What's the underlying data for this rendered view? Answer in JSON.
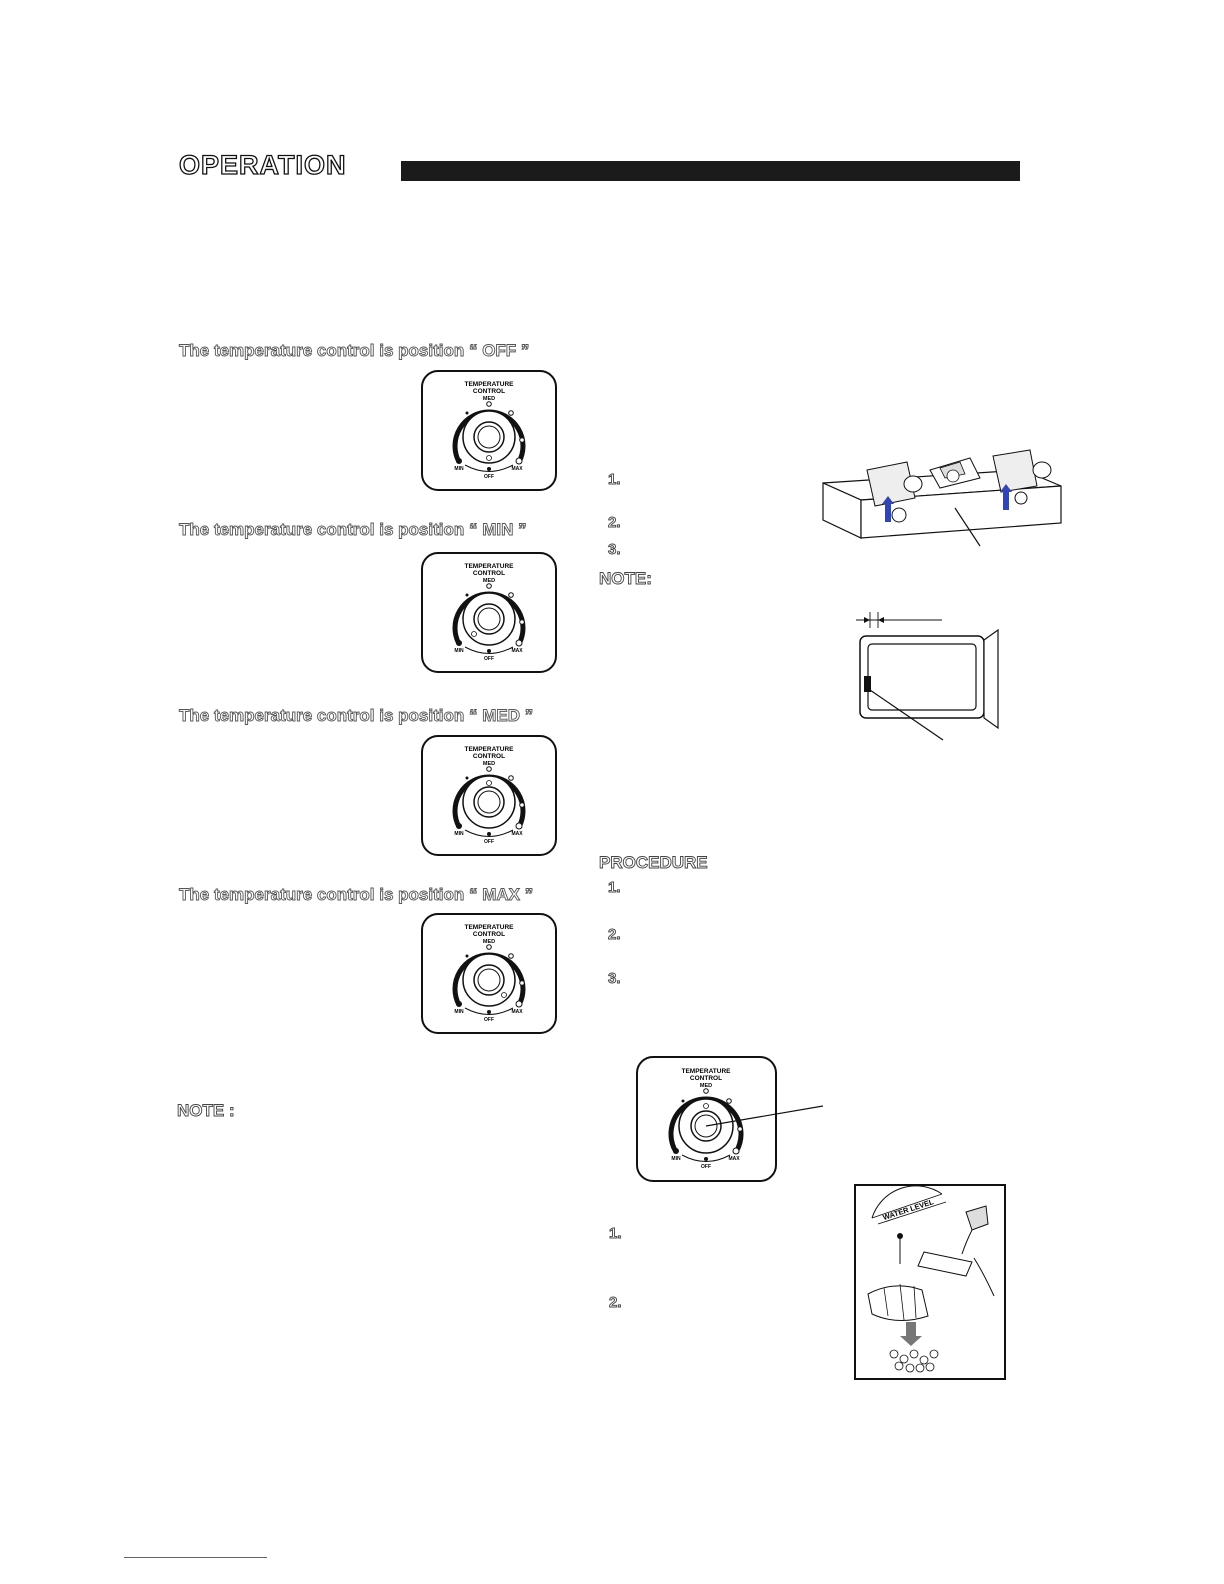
{
  "header": {
    "title": "OPERATION"
  },
  "left_column": {
    "captions": [
      "The temperature control is position “ OFF ”",
      "The temperature control is position “ MIN ”",
      "The temperature control is position “ MED ”",
      "The temperature control is position “ MAX ”"
    ],
    "note_label": "NOTE :"
  },
  "dial_labels": {
    "temperature": "TEMPERATURE",
    "control": "CONTROL",
    "med": "MED",
    "min": "MIN",
    "max": "MAX",
    "off": "OFF"
  },
  "right_column": {
    "steps_a": [
      "1.",
      "2.",
      "3."
    ],
    "note_label": "NOTE:",
    "procedure_label": "PROCEDURE",
    "steps_b": [
      "1.",
      "2.",
      "3."
    ],
    "steps_c": [
      "1.",
      "2."
    ]
  },
  "figures": {
    "ice_tray_label": "WATER LEVEL"
  }
}
